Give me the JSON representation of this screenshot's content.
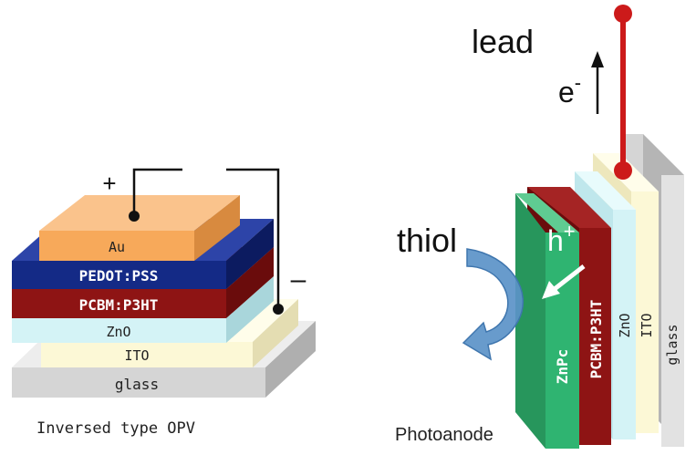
{
  "left": {
    "layers": {
      "au": "Au",
      "pedot": "PEDOT:PSS",
      "pcbm": "PCBM:P3HT",
      "zno": "ZnO",
      "ito": "ITO",
      "glass": "glass"
    },
    "plus": "+",
    "minus": "–",
    "caption": "Inversed type OPV"
  },
  "right": {
    "lead": "lead",
    "electron": "e",
    "electron_sup": "-",
    "thiol": "thiol",
    "hole": "h",
    "hole_sup": "+",
    "layers": {
      "znpc": "ZnPc",
      "pcbm": "PCBM:P3HT",
      "zno": "ZnO",
      "ito": "ITO",
      "glass": "glass"
    },
    "caption": "Photoanode"
  },
  "colors": {
    "au": "#F7A95A",
    "pedot": "#142A86",
    "pcbm": "#8E1414",
    "zno": "#D4F3F6",
    "ito": "#FCF8D6",
    "glass": "#D5D5D5",
    "znpc": "#2FB471",
    "lead": "#CC1A1A",
    "thiol_arrow": "#5B93C8"
  }
}
